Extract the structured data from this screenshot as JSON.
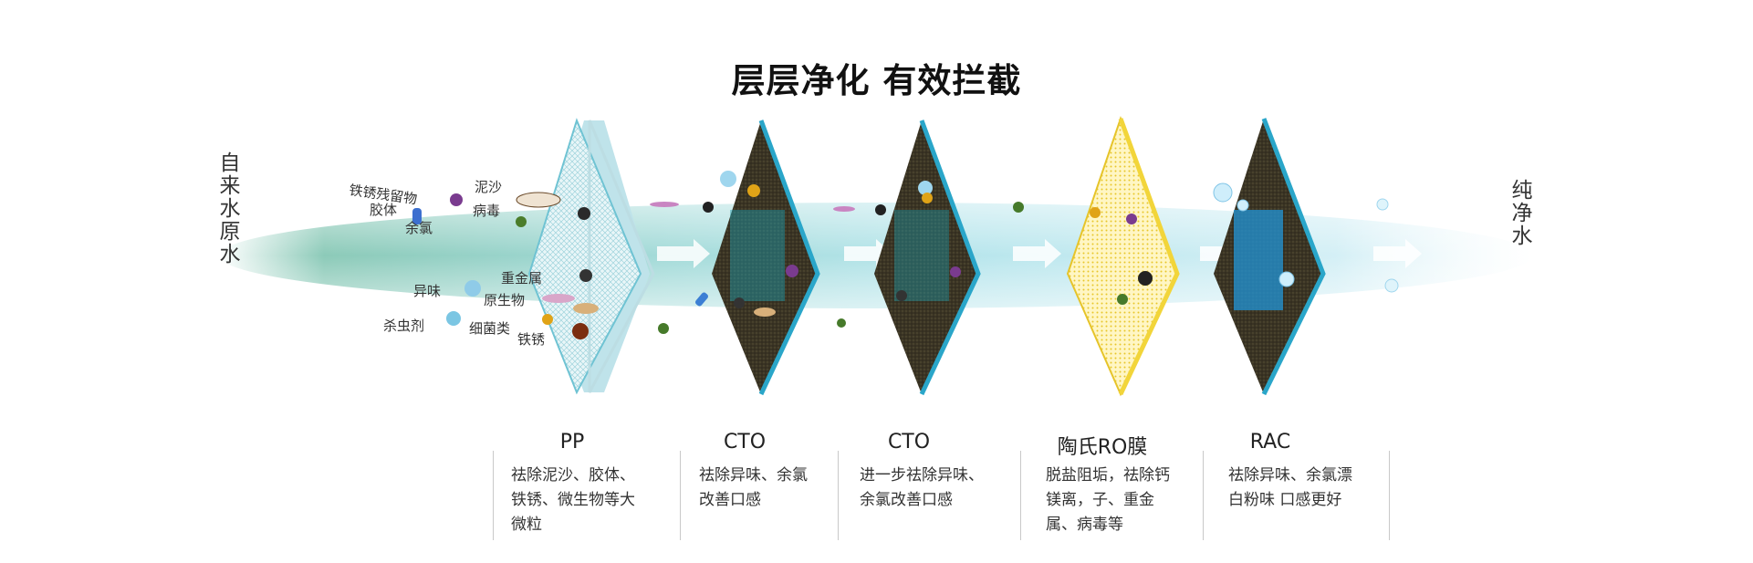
{
  "title": "层层净化  有效拦截",
  "input_label": "自来水原水",
  "output_label": "纯净水",
  "contaminants": [
    "铁锈残留物",
    "泥沙",
    "胶体",
    "病毒",
    "余氯",
    "异味",
    "重金属",
    "原生物",
    "杀虫剂",
    "细菌类",
    "铁锈"
  ],
  "stages": [
    {
      "name": "PP",
      "desc": "祛除泥沙、胶体、铁锈、微生物等大微粒"
    },
    {
      "name": "CTO",
      "desc": "祛除异味、余氯    改善口感"
    },
    {
      "name": "CTO",
      "desc": "进一步祛除异味、余氯改善口感"
    },
    {
      "name": "陶氏RO膜",
      "desc": "脱盐阻垢，祛除钙镁离，子、重金属、病毒等"
    },
    {
      "name": "RAC",
      "desc": "祛除异味、余氯漂白粉味    口感更好"
    }
  ],
  "colors": {
    "water": "#7fd0dc",
    "pp_filter": "#6fc3d3",
    "carbon": "#2e2a1d",
    "carbon_edge": "#2aa6c9",
    "ro": "#f2d53a",
    "rac_core": "#2196d8"
  }
}
